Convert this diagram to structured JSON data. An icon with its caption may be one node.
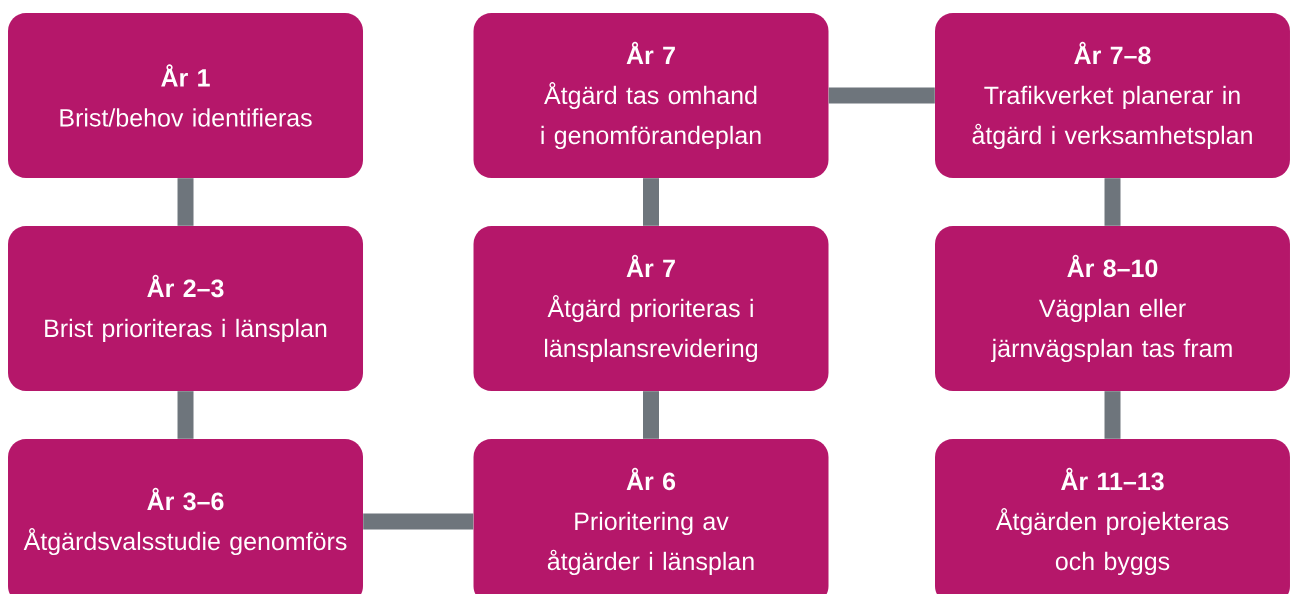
{
  "diagram": {
    "nodes": [
      {
        "text": [
          "År 1",
          "Brist/behov identifieras"
        ]
      },
      {
        "text": [
          "År 2–3",
          "Brist prioriteras i länsplan"
        ]
      },
      {
        "text": [
          "År 3–6",
          "Åtgärdsvalsstudie genomförs"
        ]
      },
      {
        "text": [
          "År 6",
          "Prioritering av åtgärder i länsplan"
        ]
      },
      {
        "text": [
          "År 7",
          "Åtgärd prioriteras i länsplansrevidering"
        ]
      },
      {
        "text": [
          "År 7",
          "Åtgärd tas omhand i genomförandeplan"
        ]
      },
      {
        "text": [
          "År 7–8",
          "Trafikverket planerar in åtgärd i verksamhetsplan"
        ]
      },
      {
        "text": [
          "År 8–10",
          "Vägplan eller järnvägsplan tas fram"
        ]
      },
      {
        "text": [
          "År 11–13",
          "Åtgärden projekteras och byggs"
        ]
      }
    ],
    "edges": [
      {
        "from": 0,
        "to": 1,
        "arrow": "none"
      },
      {
        "from": 1,
        "to": 2,
        "arrow": "none"
      },
      {
        "from": 2,
        "to": 3,
        "arrow": "none"
      },
      {
        "from": 3,
        "to": 4,
        "arrow": "none"
      },
      {
        "from": 4,
        "to": 5,
        "arrow": "none"
      },
      {
        "from": 5,
        "to": 6,
        "arrow": "none"
      },
      {
        "from": 6,
        "to": 7,
        "arrow": "none"
      },
      {
        "from": 7,
        "to": 8,
        "arrow": "none"
      }
    ]
  }
}
